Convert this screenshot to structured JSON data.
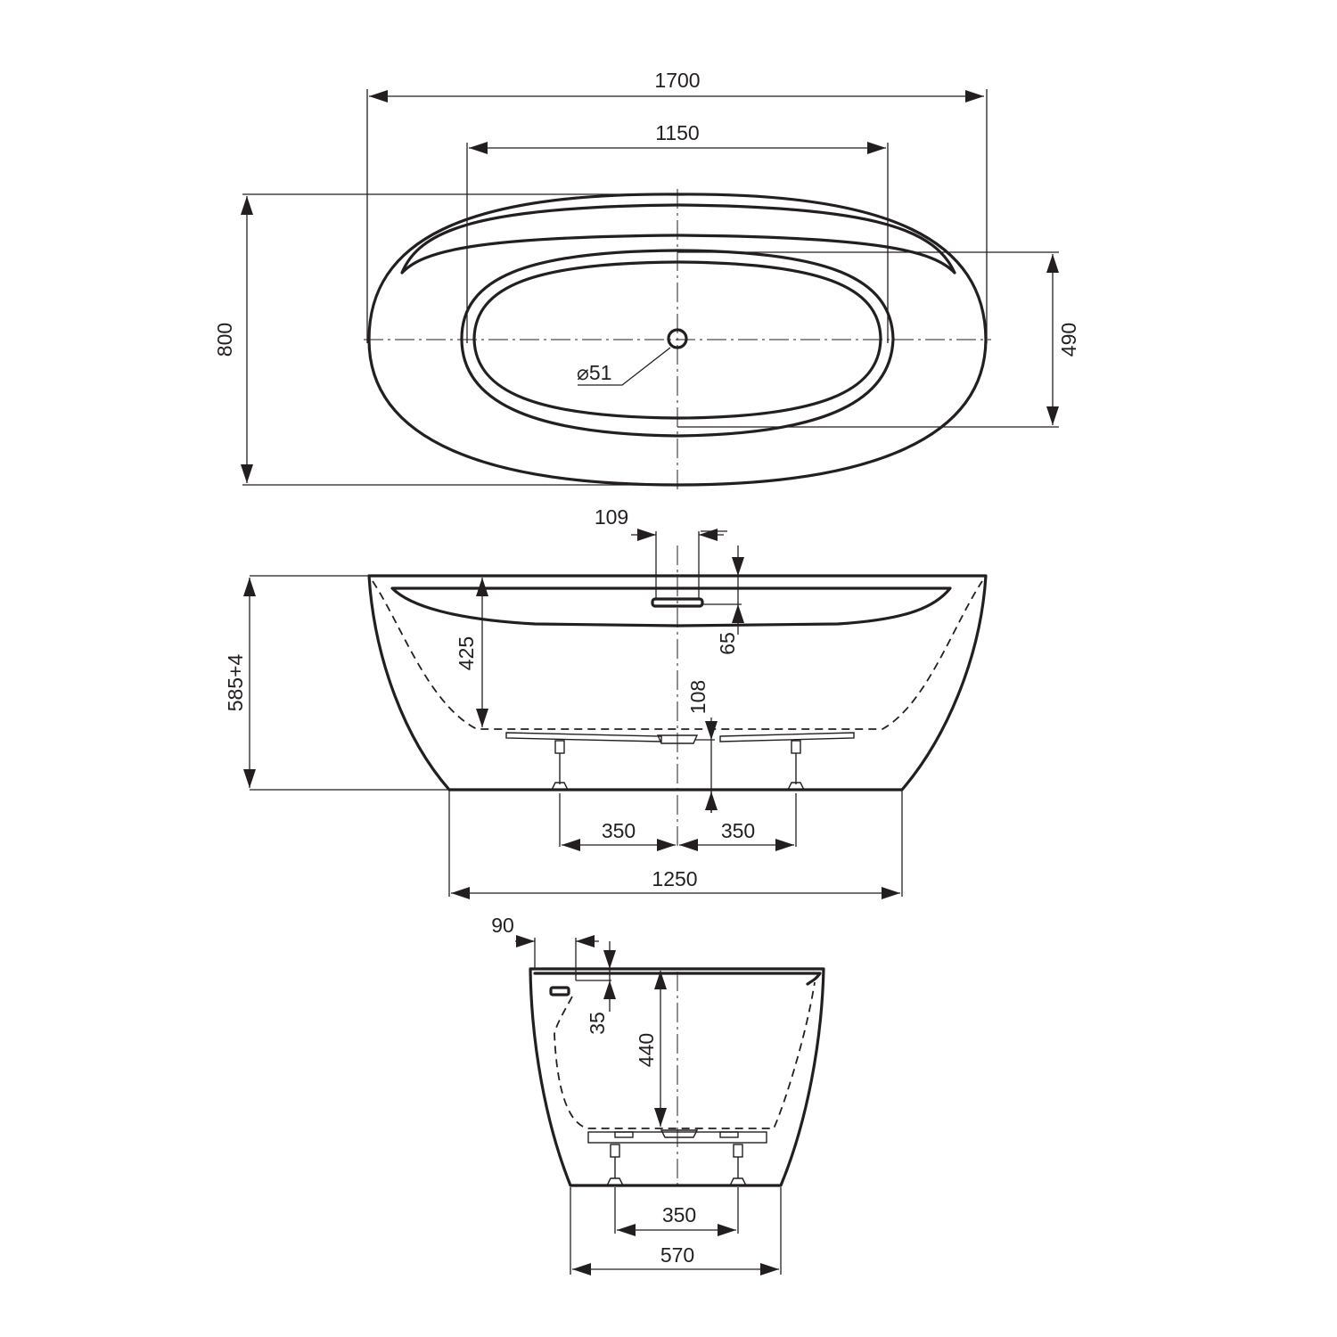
{
  "drawing": {
    "top_view": {
      "overall_length": "1700",
      "inner_length": "1150",
      "overall_width": "800",
      "inner_width": "490",
      "drain_diameter": "⌀51"
    },
    "front_view": {
      "overflow_width": "109",
      "overflow_offset": "65",
      "water_depth": "425",
      "total_height": "585+4",
      "drain_height": "108",
      "leg_spacing_left": "350",
      "leg_spacing_right": "350",
      "base_length": "1250"
    },
    "side_view": {
      "overflow_width": "90",
      "overflow_offset": "35",
      "water_depth": "440",
      "leg_spacing": "350",
      "base_width": "570"
    }
  }
}
